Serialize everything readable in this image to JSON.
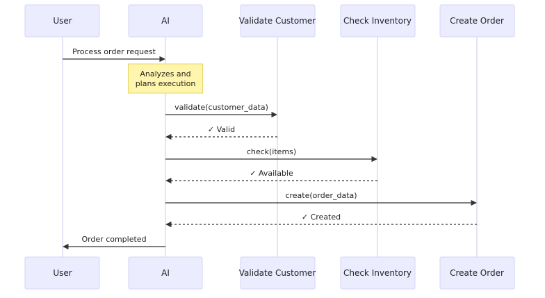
{
  "participants": [
    {
      "id": "user",
      "label": "User"
    },
    {
      "id": "ai",
      "label": "AI"
    },
    {
      "id": "validate",
      "label": "Validate Customer"
    },
    {
      "id": "inventory",
      "label": "Check Inventory"
    },
    {
      "id": "order",
      "label": "Create Order"
    }
  ],
  "note": {
    "over": "ai",
    "lines": [
      "Analyzes and",
      "plans execution"
    ]
  },
  "messages": [
    {
      "from": "user",
      "to": "ai",
      "label": "Process order request",
      "style": "solid"
    },
    {
      "from": "ai",
      "to": "validate",
      "label": "validate(customer_data)",
      "style": "solid"
    },
    {
      "from": "validate",
      "to": "ai",
      "label": "✓ Valid",
      "style": "dashed"
    },
    {
      "from": "ai",
      "to": "inventory",
      "label": "check(items)",
      "style": "solid"
    },
    {
      "from": "inventory",
      "to": "ai",
      "label": "✓ Available",
      "style": "dashed"
    },
    {
      "from": "ai",
      "to": "order",
      "label": "create(order_data)",
      "style": "solid"
    },
    {
      "from": "order",
      "to": "ai",
      "label": "✓ Created",
      "style": "dashed"
    },
    {
      "from": "ai",
      "to": "user",
      "label": "Order completed",
      "style": "solid"
    }
  ]
}
